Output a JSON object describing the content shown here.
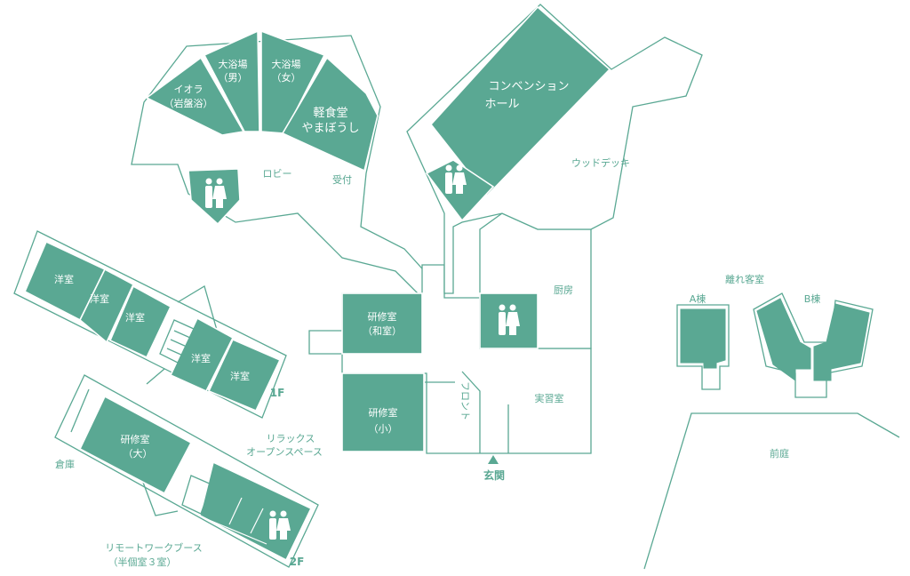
{
  "colors": {
    "accent": "#5aa893",
    "background": "#ffffff",
    "label_on_room": "#ffffff"
  },
  "rooms": {
    "iora": [
      "イオラ",
      "（岩盤浴）"
    ],
    "bath_men": [
      "大浴場",
      "（男）"
    ],
    "bath_women": [
      "大浴場",
      "（女）"
    ],
    "snack": [
      "軽食堂",
      "やまぼうし"
    ],
    "lobby": "ロビー",
    "reception": "受付",
    "convention": [
      "コンベンション",
      "ホール"
    ],
    "deck": "ウッドデッキ",
    "kitchen": "厨房",
    "training_japanese": [
      "研修室",
      "（和室）"
    ],
    "training_small": [
      "研修室",
      "（小）"
    ],
    "front": "フロント",
    "practice": "実習室",
    "entrance": "玄関",
    "western_rooms": [
      "洋室",
      "洋室",
      "洋室",
      "洋室",
      "洋室"
    ],
    "floor_1f": "1F",
    "floor_2f": "2F",
    "training_large": [
      "研修室",
      "（大）"
    ],
    "storage": "倉庫",
    "relax": [
      "リラックス",
      "オープンスペース"
    ],
    "remote_booth": [
      "リモートワークブース",
      "（半個室３室）"
    ],
    "annex": "離れ客室",
    "annex_a": "A棟",
    "annex_b": "B棟",
    "front_garden": "前庭"
  },
  "icons": [
    "restroom-icon",
    "restroom-icon",
    "restroom-icon",
    "restroom-icon",
    "entrance-arrow-icon"
  ]
}
